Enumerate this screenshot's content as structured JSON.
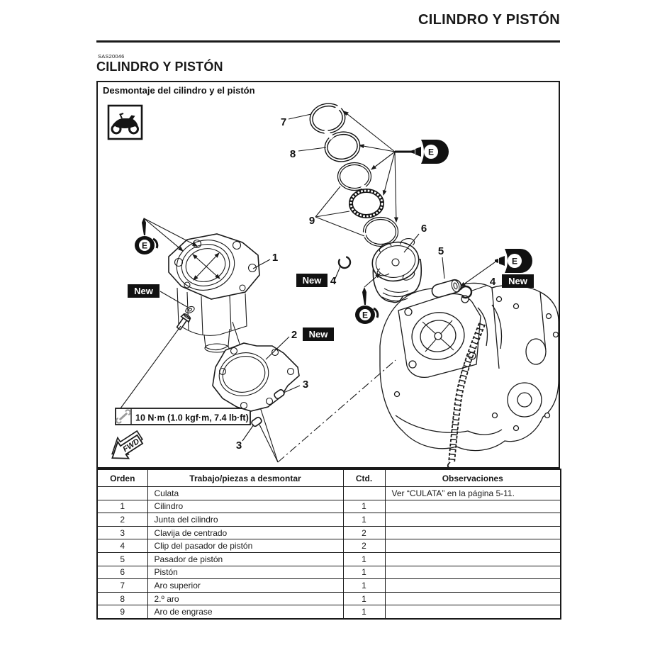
{
  "page": {
    "header_title": "CILINDRO Y PISTÓN",
    "section_code": "SAS20046",
    "section_title": "CILINDRO Y PISTÓN"
  },
  "figure": {
    "title": "Desmontaje del cilindro y el pistón",
    "torque_spec": "10 N·m (1.0 kgf·m, 7.4 lb·ft)",
    "fwd_label": "FWD",
    "new_label": "New",
    "oil_symbol": "E",
    "callouts": {
      "n1": "1",
      "n2": "2",
      "n3a": "3",
      "n3b": "3",
      "n4a": "4",
      "n4b": "4",
      "n5": "5",
      "n6": "6",
      "n7": "7",
      "n8": "8",
      "n9": "9"
    },
    "icons": {
      "motorcycle": "motorcycle-icon",
      "oil_can": "oil-can-icon",
      "wrench": "wrench-icon",
      "fwd_arrow": "fwd-arrow-icon"
    }
  },
  "table": {
    "headers": [
      "Orden",
      "Trabajo/piezas a desmontar",
      "Ctd.",
      "Observaciones"
    ],
    "rows": [
      {
        "orden": "",
        "trabajo": "Culata",
        "ctd": "",
        "obs": "Ver “CULATA” en la página 5-11."
      },
      {
        "orden": "1",
        "trabajo": "Cilindro",
        "ctd": "1",
        "obs": ""
      },
      {
        "orden": "2",
        "trabajo": "Junta del cilindro",
        "ctd": "1",
        "obs": ""
      },
      {
        "orden": "3",
        "trabajo": "Clavija de centrado",
        "ctd": "2",
        "obs": ""
      },
      {
        "orden": "4",
        "trabajo": "Clip del pasador de pistón",
        "ctd": "2",
        "obs": ""
      },
      {
        "orden": "5",
        "trabajo": "Pasador de pistón",
        "ctd": "1",
        "obs": ""
      },
      {
        "orden": "6",
        "trabajo": "Pistón",
        "ctd": "1",
        "obs": ""
      },
      {
        "orden": "7",
        "trabajo": "Aro superior",
        "ctd": "1",
        "obs": ""
      },
      {
        "orden": "8",
        "trabajo": "2.º aro",
        "ctd": "1",
        "obs": ""
      },
      {
        "orden": "9",
        "trabajo": "Aro de engrase",
        "ctd": "1",
        "obs": ""
      }
    ]
  },
  "colors": {
    "ink": "#1a1a1a",
    "paper": "#ffffff"
  }
}
